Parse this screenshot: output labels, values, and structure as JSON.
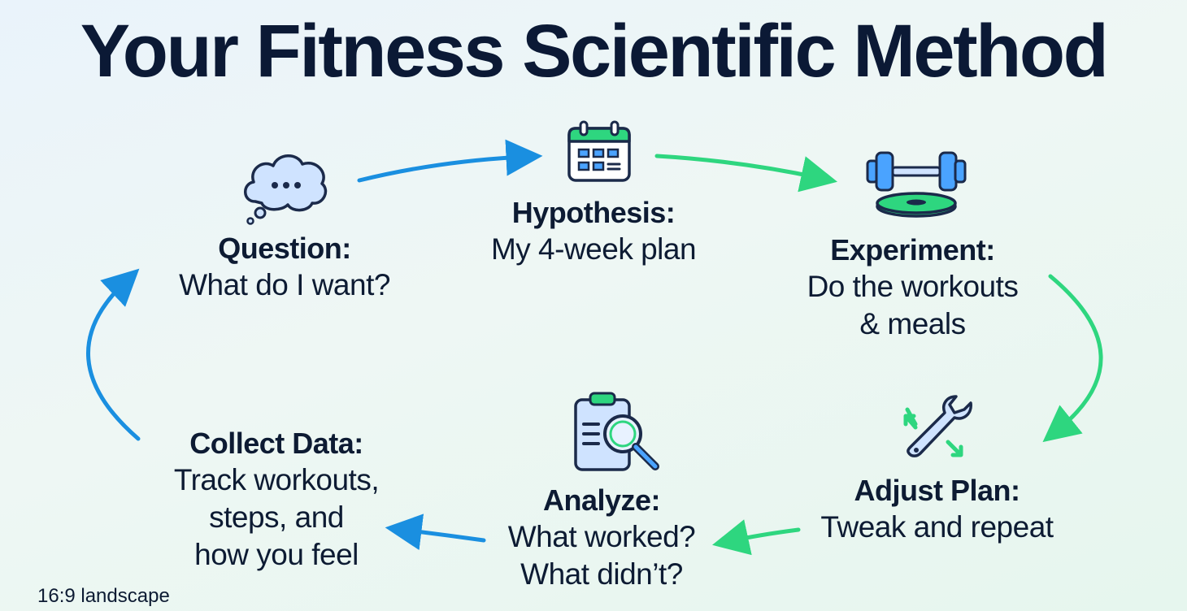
{
  "title": "Your Fitness Scientific Method",
  "steps": [
    {
      "label": "Question:",
      "description": "What do I want?",
      "icon": "thought-bubble-icon"
    },
    {
      "label": "Hypothesis:",
      "description": "My 4-week plan",
      "icon": "calendar-icon"
    },
    {
      "label": "Experiment:",
      "description_lines": [
        "Do the workouts",
        "& meals"
      ],
      "icon": "dumbbell-icon"
    },
    {
      "label": "Adjust Plan:",
      "description": "Tweak and repeat",
      "icon": "wrench-icon"
    },
    {
      "label": "Analyze:",
      "description_lines": [
        "What worked?",
        "What didn’t?"
      ],
      "icon": "clipboard-magnifier-icon"
    },
    {
      "label": "Collect Data:",
      "description_lines": [
        "Track workouts,",
        "steps, and",
        "how you feel"
      ]
    }
  ],
  "footnote": "16:9 landscape",
  "colors": {
    "blue": "#1a8fe0",
    "green": "#2ed67f",
    "title": "#0b1935"
  }
}
